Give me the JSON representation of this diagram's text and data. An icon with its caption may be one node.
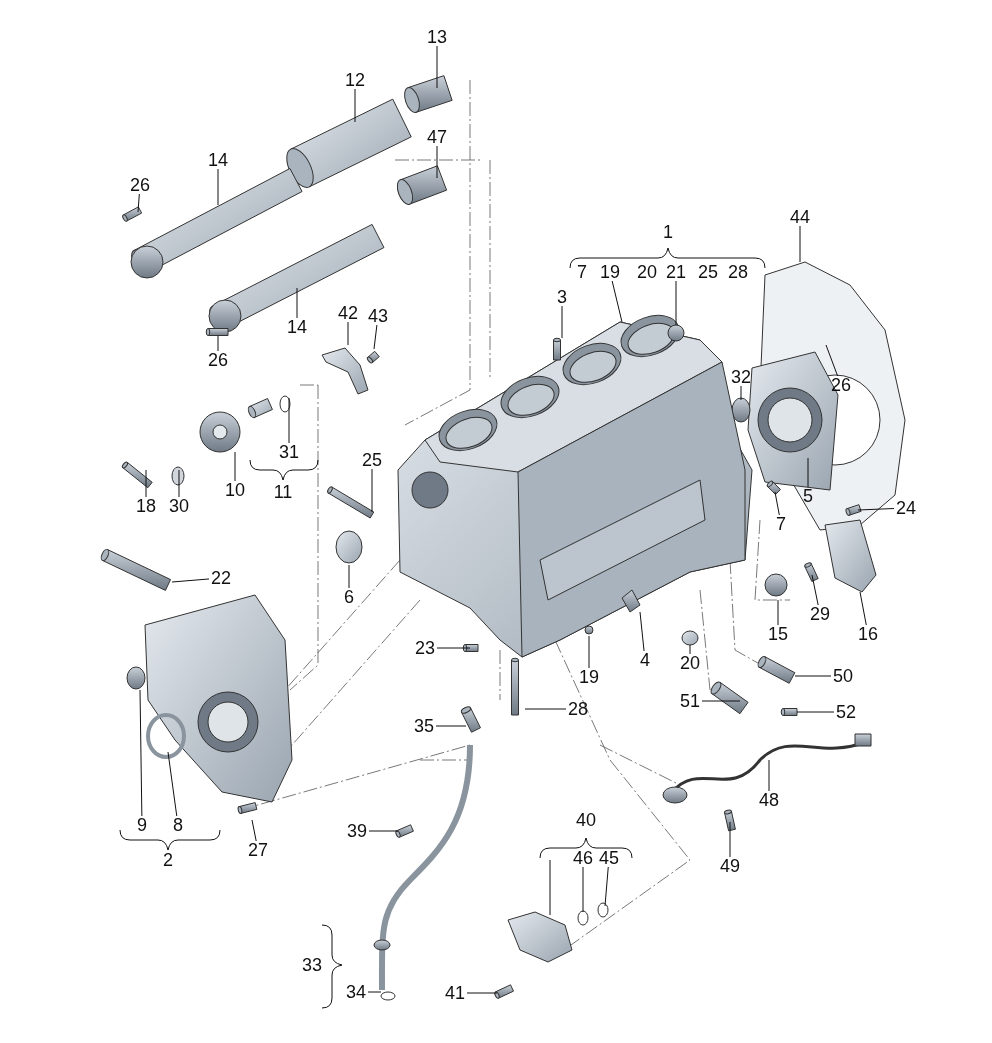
{
  "diagram": {
    "nodes": [
      {
        "text": [
          "13"
        ]
      },
      {
        "text": [
          "12"
        ]
      },
      {
        "text": [
          "47"
        ]
      },
      {
        "text": [
          "14"
        ]
      },
      {
        "text": [
          "26"
        ]
      },
      {
        "text": [
          "44"
        ]
      },
      {
        "text": [
          "19"
        ]
      },
      {
        "text": [
          "21"
        ]
      },
      {
        "text": [
          "3"
        ]
      },
      {
        "text": [
          "42"
        ]
      },
      {
        "text": [
          "43"
        ]
      },
      {
        "text": [
          "14"
        ]
      },
      {
        "text": [
          "26"
        ]
      },
      {
        "text": [
          "32"
        ]
      },
      {
        "text": [
          "26"
        ]
      },
      {
        "text": [
          "31"
        ]
      },
      {
        "text": [
          "25"
        ]
      },
      {
        "text": [
          "10"
        ]
      },
      {
        "text": [
          "18"
        ]
      },
      {
        "text": [
          "30"
        ]
      },
      {
        "text": [
          "5"
        ]
      },
      {
        "text": [
          "24"
        ]
      },
      {
        "text": [
          "7"
        ]
      },
      {
        "text": [
          "22"
        ]
      },
      {
        "text": [
          "6"
        ]
      },
      {
        "text": [
          "29"
        ]
      },
      {
        "text": [
          "15"
        ]
      },
      {
        "text": [
          "16"
        ]
      },
      {
        "text": [
          "23"
        ]
      },
      {
        "text": [
          "4"
        ]
      },
      {
        "text": [
          "20"
        ]
      },
      {
        "text": [
          "19"
        ]
      },
      {
        "text": [
          "50"
        ]
      },
      {
        "text": [
          "51"
        ]
      },
      {
        "text": [
          "28"
        ]
      },
      {
        "text": [
          "52"
        ]
      },
      {
        "text": [
          "35"
        ]
      },
      {
        "text": [
          "48"
        ]
      },
      {
        "text": [
          "9"
        ]
      },
      {
        "text": [
          "8"
        ]
      },
      {
        "text": [
          "27"
        ]
      },
      {
        "text": [
          "39"
        ]
      },
      {
        "text": [
          "49"
        ]
      },
      {
        "text": [
          "46"
        ]
      },
      {
        "text": [
          "45"
        ]
      },
      {
        "text": [
          "34"
        ]
      },
      {
        "text": [
          "41"
        ]
      }
    ],
    "edges": [
      {
        "from": 0,
        "to": null,
        "arrow": "none"
      },
      {
        "from": 1,
        "to": null,
        "arrow": "none"
      },
      {
        "from": 2,
        "to": null,
        "arrow": "none"
      },
      {
        "from": 3,
        "to": null,
        "arrow": "none"
      },
      {
        "from": 4,
        "to": null,
        "arrow": "none"
      },
      {
        "from": 5,
        "to": null,
        "arrow": "none"
      },
      {
        "from": 6,
        "to": null,
        "arrow": "none"
      },
      {
        "from": 7,
        "to": null,
        "arrow": "none"
      },
      {
        "from": 8,
        "to": null,
        "arrow": "none"
      },
      {
        "from": 9,
        "to": null,
        "arrow": "none"
      },
      {
        "from": 10,
        "to": null,
        "arrow": "none"
      },
      {
        "from": 11,
        "to": null,
        "arrow": "none"
      },
      {
        "from": 12,
        "to": null,
        "arrow": "none"
      },
      {
        "from": 13,
        "to": null,
        "arrow": "none"
      },
      {
        "from": 14,
        "to": null,
        "arrow": "none"
      },
      {
        "from": 15,
        "to": null,
        "arrow": "none"
      },
      {
        "from": 16,
        "to": null,
        "arrow": "none"
      },
      {
        "from": 17,
        "to": null,
        "arrow": "none"
      },
      {
        "from": 18,
        "to": null,
        "arrow": "none"
      },
      {
        "from": 19,
        "to": null,
        "arrow": "none"
      },
      {
        "from": 20,
        "to": null,
        "arrow": "none"
      },
      {
        "from": 21,
        "to": null,
        "arrow": "none"
      },
      {
        "from": 22,
        "to": null,
        "arrow": "none"
      },
      {
        "from": 23,
        "to": null,
        "arrow": "none"
      },
      {
        "from": 24,
        "to": null,
        "arrow": "none"
      },
      {
        "from": 25,
        "to": null,
        "arrow": "none"
      },
      {
        "from": 26,
        "to": null,
        "arrow": "none"
      },
      {
        "from": 27,
        "to": null,
        "arrow": "none"
      },
      {
        "from": 28,
        "to": null,
        "arrow": "none"
      },
      {
        "from": 29,
        "to": null,
        "arrow": "none"
      },
      {
        "from": 30,
        "to": null,
        "arrow": "none"
      },
      {
        "from": 31,
        "to": null,
        "arrow": "none"
      },
      {
        "from": 32,
        "to": null,
        "arrow": "none"
      },
      {
        "from": 33,
        "to": null,
        "arrow": "none"
      },
      {
        "from": 34,
        "to": null,
        "arrow": "none"
      },
      {
        "from": 35,
        "to": null,
        "arrow": "none"
      },
      {
        "from": 36,
        "to": null,
        "arrow": "none"
      },
      {
        "from": 37,
        "to": null,
        "arrow": "none"
      },
      {
        "from": 38,
        "to": null,
        "arrow": "none"
      },
      {
        "from": 39,
        "to": null,
        "arrow": "none"
      },
      {
        "from": 40,
        "to": null,
        "arrow": "none"
      },
      {
        "from": 41,
        "to": null,
        "arrow": "none"
      },
      {
        "from": 42,
        "to": null,
        "arrow": "none"
      },
      {
        "from": 43,
        "to": null,
        "arrow": "none"
      },
      {
        "from": 44,
        "to": null,
        "arrow": "none"
      },
      {
        "from": 45,
        "to": null,
        "arrow": "none"
      },
      {
        "from": 46,
        "to": null,
        "arrow": "none"
      }
    ],
    "labels": [
      "1",
      "7",
      "20",
      "25",
      "28",
      "11",
      "2",
      "40",
      "33"
    ]
  }
}
